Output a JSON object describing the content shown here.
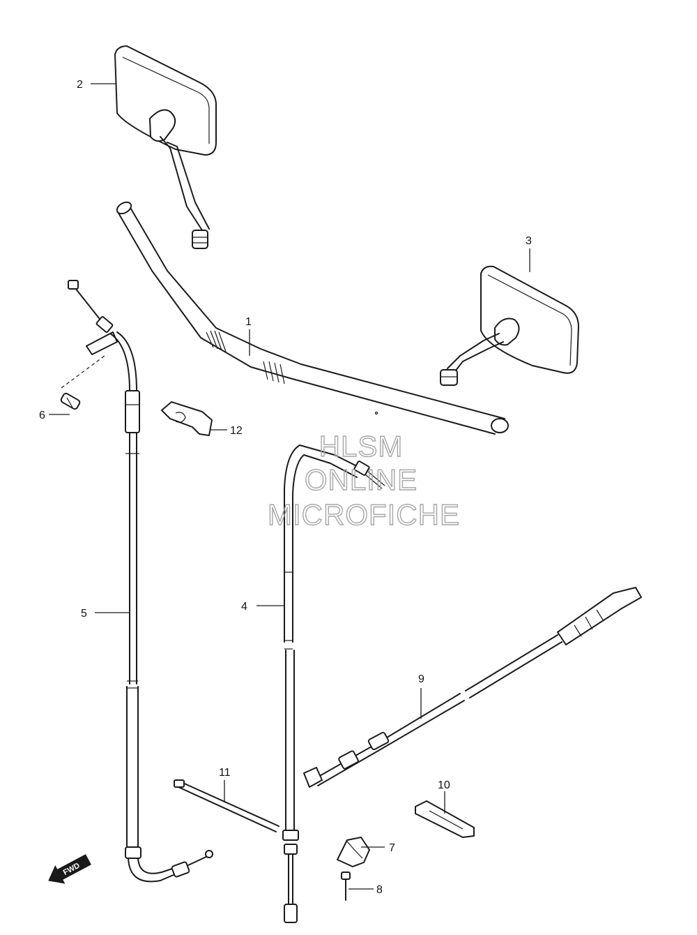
{
  "callouts": {
    "c1": "1",
    "c2": "2",
    "c3": "3",
    "c4": "4",
    "c5": "5",
    "c6": "6",
    "c7": "7",
    "c8": "8",
    "c9": "9",
    "c10": "10",
    "c11": "11",
    "c12": "12"
  },
  "watermark": {
    "line1": "HLSM",
    "line2": "ONLINE",
    "line3": "MICROFICHE"
  },
  "fwd_arrow": {
    "label": "FWD"
  },
  "colors": {
    "line": "#1a1a1a",
    "watermark": "#a6a6a6",
    "background": "#ffffff"
  }
}
